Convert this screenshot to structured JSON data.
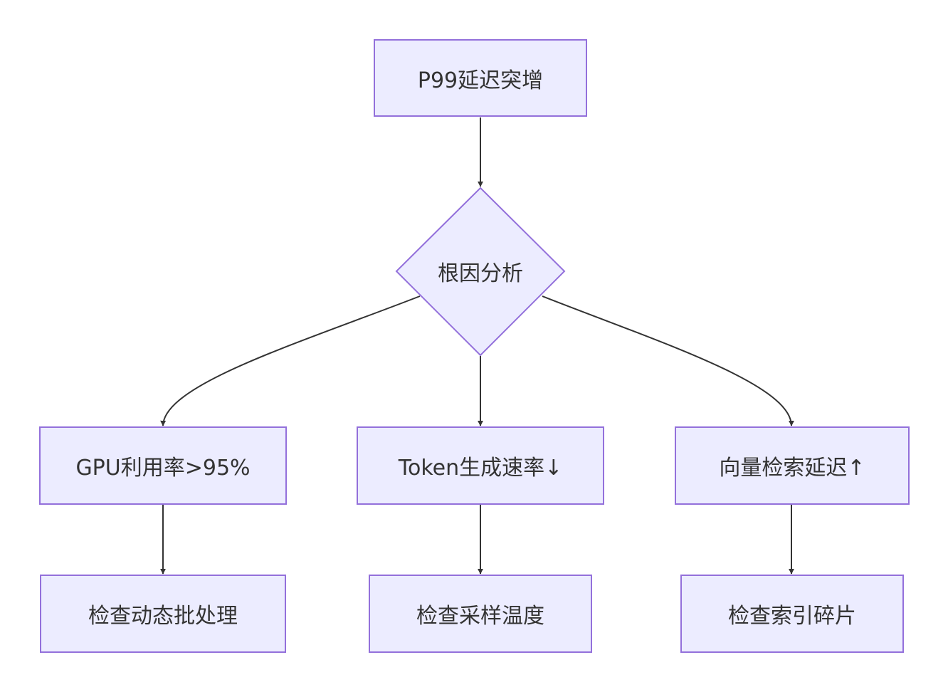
{
  "diagram": {
    "type": "flowchart",
    "colors": {
      "node_fill": "#ececff",
      "node_stroke": "#9370db",
      "edge": "#333333",
      "text": "#333333",
      "background": "#ffffff"
    },
    "nodes": {
      "start": {
        "label": "P99延迟突增",
        "shape": "rect"
      },
      "decision": {
        "label": "根因分析",
        "shape": "diamond"
      },
      "gpu": {
        "label": "GPU利用率>95%",
        "shape": "rect"
      },
      "token": {
        "label": "Token生成速率↓",
        "shape": "rect"
      },
      "vector": {
        "label": "向量检索延迟↑",
        "shape": "rect"
      },
      "check_batch": {
        "label": "检查动态批处理",
        "shape": "rect"
      },
      "check_sampling": {
        "label": "检查采样温度",
        "shape": "rect"
      },
      "check_index": {
        "label": "检查索引碎片",
        "shape": "rect"
      }
    },
    "edges": [
      {
        "from": "start",
        "to": "decision"
      },
      {
        "from": "decision",
        "to": "gpu"
      },
      {
        "from": "decision",
        "to": "token"
      },
      {
        "from": "decision",
        "to": "vector"
      },
      {
        "from": "gpu",
        "to": "check_batch"
      },
      {
        "from": "token",
        "to": "check_sampling"
      },
      {
        "from": "vector",
        "to": "check_index"
      }
    ]
  }
}
